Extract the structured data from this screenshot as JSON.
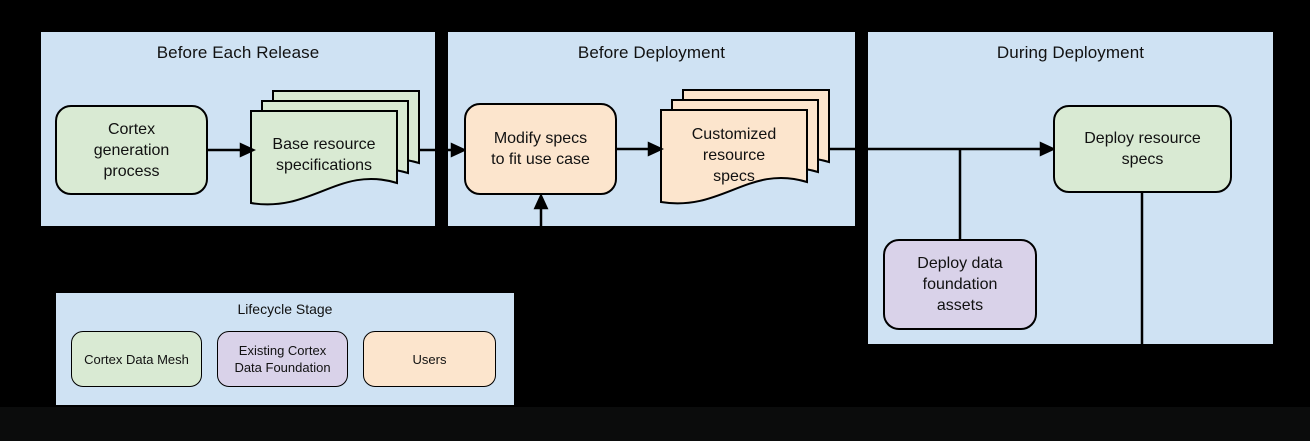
{
  "palette": {
    "canvas_background": "#000000",
    "footer_strip": "#0b0c0c",
    "panel_blue": "#cfe2f3",
    "stage_green": "#d9ead3",
    "stage_peach": "#fce5cd",
    "stage_purple": "#d9d2e9",
    "connector_stroke": "#000000",
    "text": "#111111"
  },
  "panels": [
    {
      "title": "Before Each Release"
    },
    {
      "title": "Before Deployment"
    },
    {
      "title": "During Deployment"
    }
  ],
  "nodes": {
    "cortex_generation": {
      "label": "Cortex\ngeneration\nprocess"
    },
    "base_specs": {
      "label": "Base resource\nspecifications"
    },
    "modify_specs": {
      "label": "Modify specs\nto fit use case"
    },
    "customized_specs": {
      "label": "Customized\nresource\nspecs"
    },
    "deploy_specs": {
      "label": "Deploy resource\nspecs"
    },
    "deploy_foundation": {
      "label": "Deploy data\nfoundation\nassets"
    }
  },
  "legend": {
    "title": "Lifecycle Stage",
    "items": [
      {
        "label": "Cortex Data Mesh",
        "color": "#d9ead3"
      },
      {
        "label": "Existing Cortex\nData Foundation",
        "color": "#d9d2e9"
      },
      {
        "label": "Users",
        "color": "#fce5cd"
      }
    ]
  }
}
